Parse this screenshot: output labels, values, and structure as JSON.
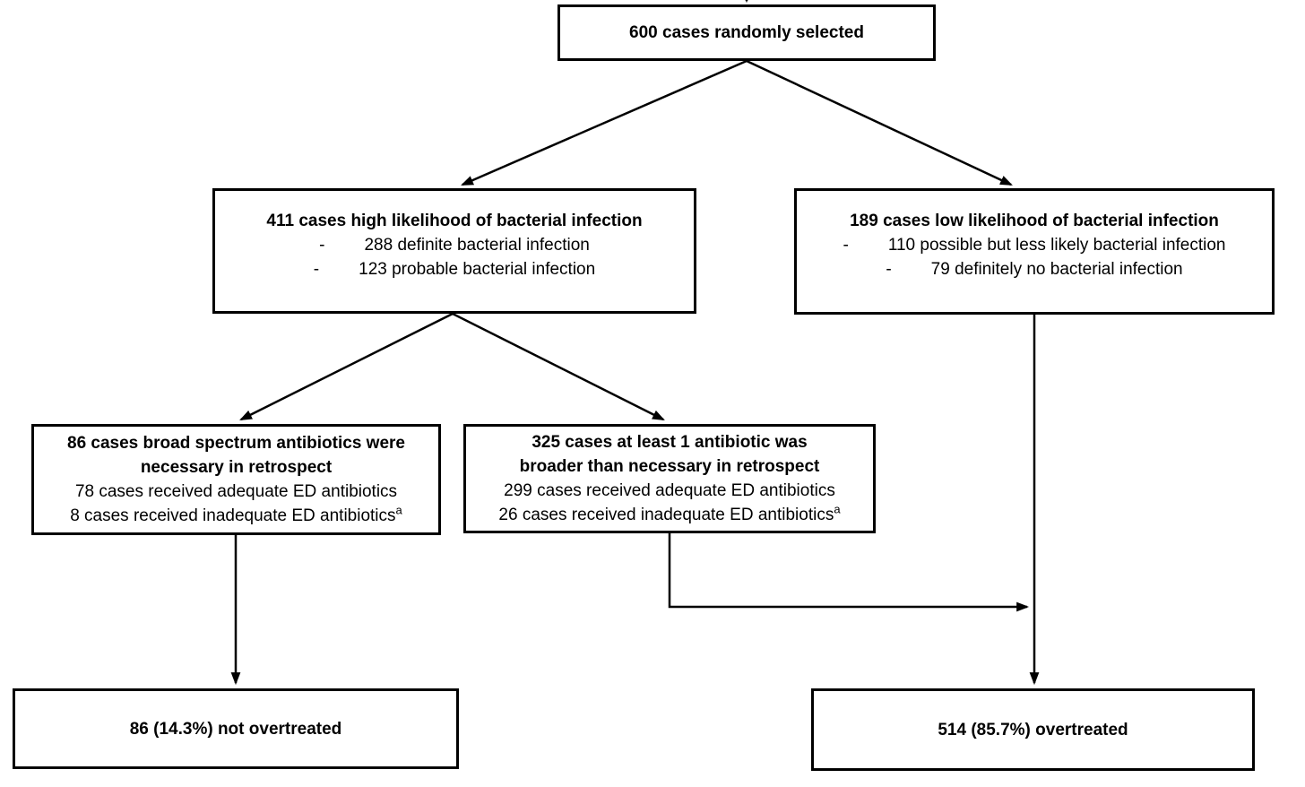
{
  "diagram": {
    "colors": {
      "line": "#000000",
      "box_border": "#000000",
      "background": "#ffffff",
      "text": "#000000"
    },
    "nodes": {
      "selected": {
        "title": "600 cases randomly selected"
      },
      "high": {
        "title": "411 cases high likelihood of bacterial infection",
        "bullets": [
          {
            "dash": "-",
            "text": "288 definite bacterial infection"
          },
          {
            "dash": "-",
            "text": "123 probable bacterial infection"
          }
        ]
      },
      "low": {
        "title": "189 cases low likelihood of bacterial infection",
        "bullets": [
          {
            "dash": "-",
            "text": "110 possible but less likely bacterial infection"
          },
          {
            "dash": "-",
            "text": "79 definitely no bacterial infection"
          }
        ]
      },
      "necessary": {
        "title_lines": [
          "86 cases broad spectrum antibiotics were",
          "necessary in retrospect"
        ],
        "lines": [
          {
            "text": "78 cases received adequate ED antibiotics",
            "sup": ""
          },
          {
            "text": "8 cases received inadequate ED antibiotics",
            "sup": "a"
          }
        ]
      },
      "broader": {
        "title_lines": [
          "325 cases at least 1 antibiotic was",
          "broader than necessary in retrospect"
        ],
        "lines": [
          {
            "text": "299 cases received adequate ED antibiotics",
            "sup": ""
          },
          {
            "text": "26 cases received inadequate ED antibiotics",
            "sup": "a"
          }
        ]
      },
      "not_overtreated": {
        "title": "86 (14.3%) not overtreated"
      },
      "overtreated": {
        "title": "514 (85.7%) overtreated"
      }
    }
  }
}
